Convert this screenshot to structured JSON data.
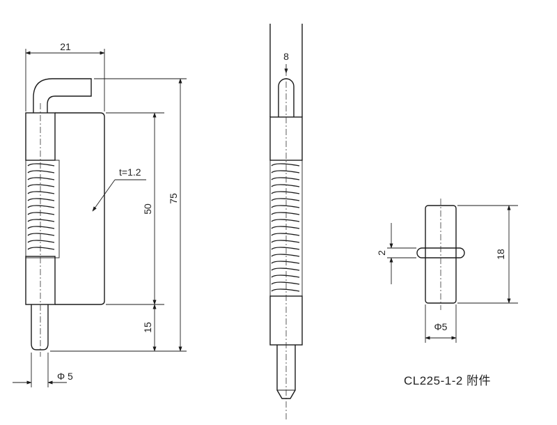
{
  "drawing": {
    "left_view": {
      "width_dim": "21",
      "height_total_dim": "75",
      "plate_height_dim": "50",
      "pin_length_dim": "15",
      "thickness_label": "t=1.2",
      "pin_diameter_dim": "Φ 5"
    },
    "middle_view": {
      "pin_tip_dim": "8"
    },
    "right_view": {
      "gap_dim": "2",
      "length_dim": "18",
      "diameter_dim": "Φ5"
    },
    "caption": "CL225-1-2 附件"
  }
}
